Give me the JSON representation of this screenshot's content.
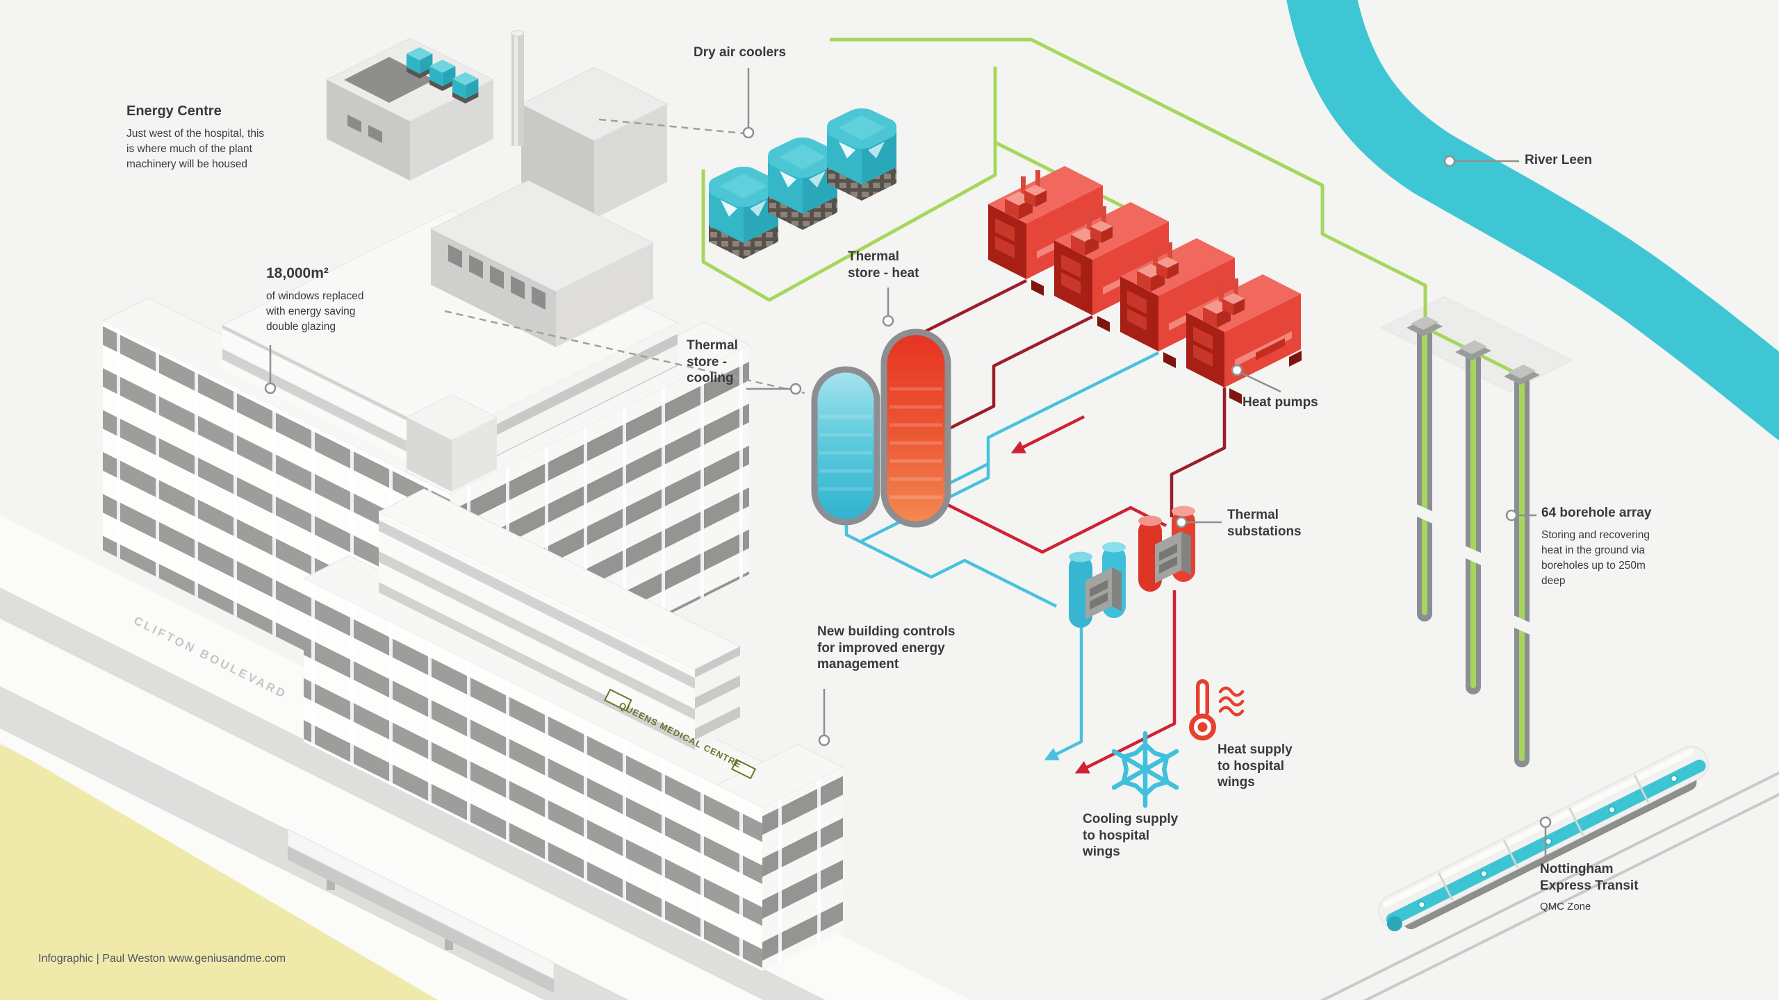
{
  "palette": {
    "background": "#f4f4f3",
    "river_teal": "#3fc6d4",
    "equipment_teal": "#37b8c8",
    "pipe_green": "#a6d75c",
    "pipe_cyan": "#49c1de",
    "pipe_red": "#cf2233",
    "pipe_dark_red": "#9b1e2b",
    "equipment_red": "#e6463a",
    "grass_yellow": "#efeaa9",
    "building_stripe_gray": "#9d9d9c",
    "sign_olive": "#6f7130",
    "leader_gray": "#8f8f8f",
    "text_dark": "#3a3a3a",
    "credit_slate": "#50506b"
  },
  "icons": {
    "cooling_supply": "snowflake-icon",
    "heat_supply": "thermometer-icon"
  },
  "labels": {
    "energy_centre": {
      "title": "Energy Centre",
      "desc": "Just west of the hospital, this is where much of the plant machinery will be housed"
    },
    "windows": {
      "title": "18,000m²",
      "desc": "of windows replaced with energy saving double glazing"
    },
    "dry_air_coolers": "Dry air coolers",
    "thermal_store_heat": "Thermal store - heat",
    "thermal_store_cooling": "Thermal store - cooling",
    "heat_pumps": "Heat pumps",
    "river": "River Leen",
    "boreholes": {
      "title": "64 borehole array",
      "desc": "Storing and recovering heat in the ground via boreholes up to 250m deep"
    },
    "substations": "Thermal substations",
    "building_controls": "New building controls for improved energy management",
    "cooling_supply": "Cooling supply to hospital wings",
    "heat_supply": "Heat supply to hospital wings",
    "tram": {
      "title": "Nottingham Express Transit",
      "zone": "QMC Zone"
    },
    "road": "CLIFTON BOULEVARD",
    "building_sign": "QUEENS MEDICAL CENTRE",
    "credit": "Infographic | Paul Weston  www.geniusandme.com"
  }
}
